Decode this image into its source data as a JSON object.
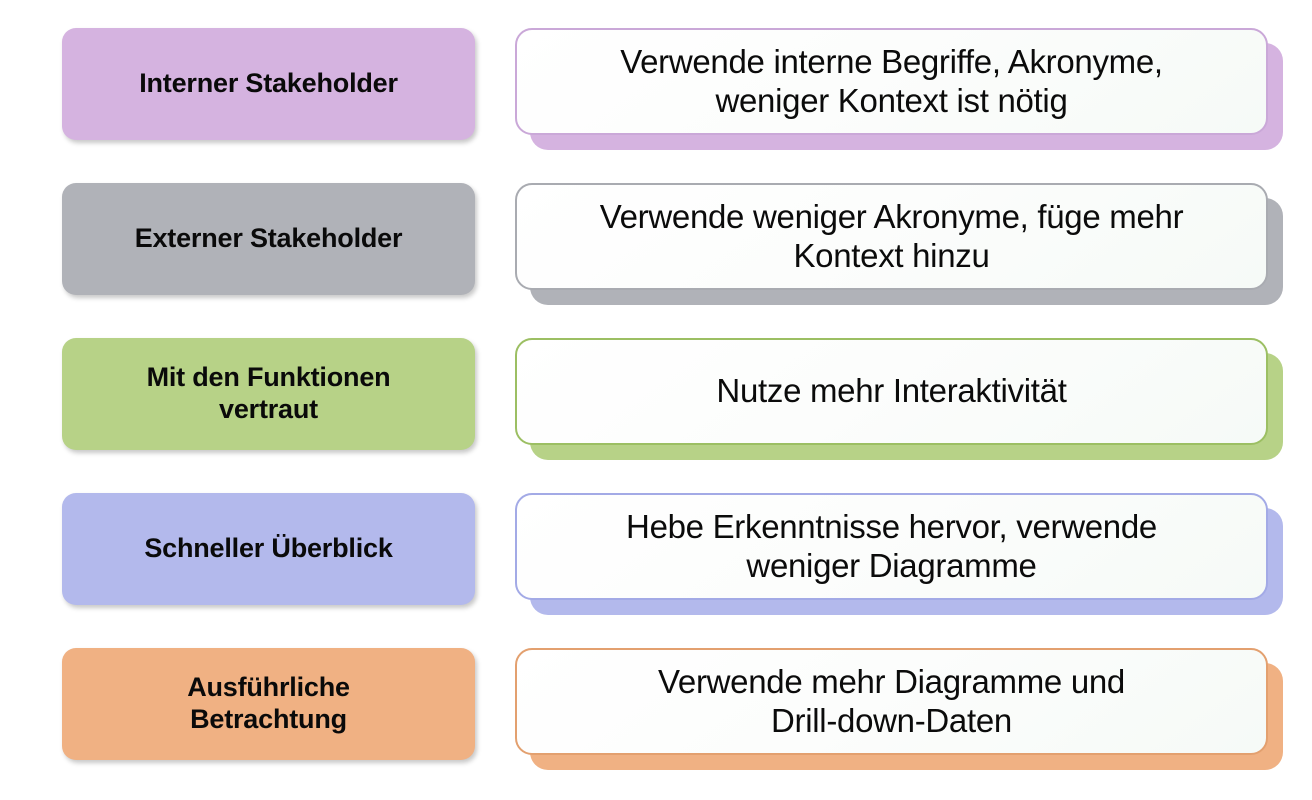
{
  "page": {
    "title": "Stakeholder- und Detailgrad-Empfehlungen",
    "background_color": "#ffffff",
    "text_color": "#0a0a0a",
    "layout": "two-column-rows"
  },
  "rows": [
    {
      "id": "interner-stakeholder",
      "category_label": "Interner Stakeholder",
      "recommendation_label": "Verwende interne Begriffe, Akronyme,\nweniger Kontext ist nötig",
      "accent_color": "#d5b3e0",
      "border_color": "#caa8d8"
    },
    {
      "id": "externer-stakeholder",
      "category_label": "Externer Stakeholder",
      "recommendation_label": "Verwende weniger Akronyme, füge mehr\nKontext hinzu",
      "accent_color": "#b0b2b8",
      "border_color": "#a9abb1"
    },
    {
      "id": "mit-den-funktionen-vertraut",
      "category_label": "Mit den Funktionen\nvertraut",
      "recommendation_label": "Nutze mehr Interaktivität",
      "accent_color": "#b7d287",
      "border_color": "#9cbf63"
    },
    {
      "id": "schneller-ueberblick",
      "category_label": "Schneller Überblick",
      "recommendation_label": "Hebe Erkenntnisse hervor, verwende\nweniger Diagramme",
      "accent_color": "#b3b9ec",
      "border_color": "#a3aae6"
    },
    {
      "id": "ausfuehrliche-betrachtung",
      "category_label": "Ausführliche\nBetrachtung",
      "recommendation_label": "Verwende mehr Diagramme und\nDrill-down-Daten",
      "accent_color": "#f0b183",
      "border_color": "#e3a06f"
    }
  ]
}
